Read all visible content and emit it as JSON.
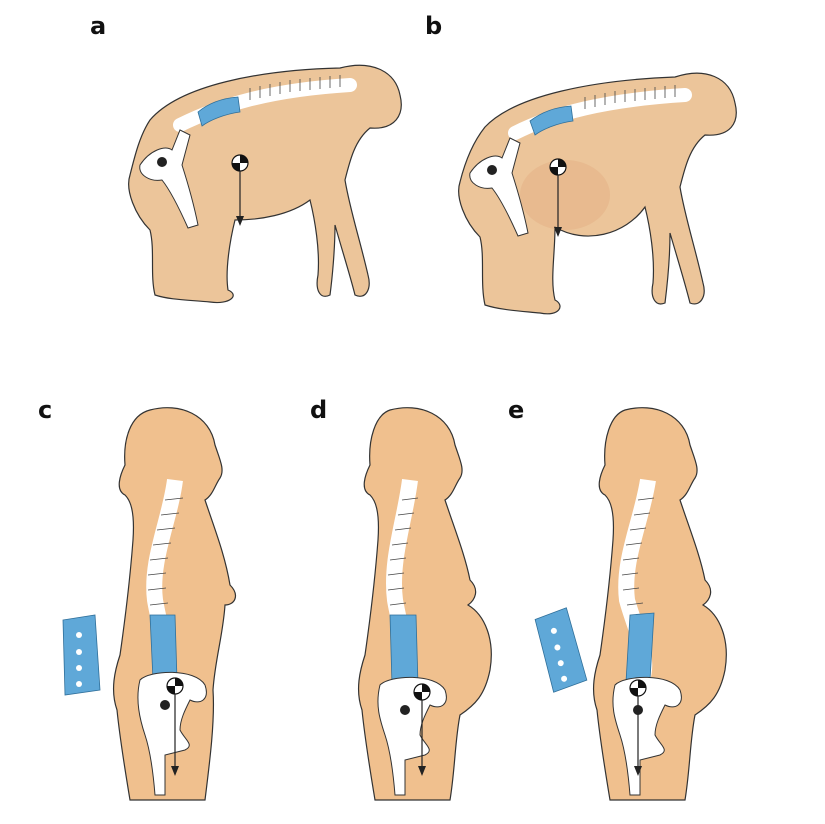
{
  "figure": {
    "panels": [
      {
        "id": "a",
        "label": "a",
        "subject": "chimpanzee, non-pregnant, quadrupedal stance",
        "center_of_mass_marker": true,
        "lumbar_vertebrae_highlighted": true
      },
      {
        "id": "b",
        "label": "b",
        "subject": "chimpanzee, pregnant, quadrupedal stance",
        "center_of_mass_marker": true,
        "lumbar_vertebrae_highlighted": true
      },
      {
        "id": "c",
        "label": "c",
        "subject": "human female, non-pregnant, upright",
        "center_of_mass_marker": true,
        "lumbar_vertebrae_highlighted": true,
        "lumbar_detail_inset": true
      },
      {
        "id": "d",
        "label": "d",
        "subject": "human female, pregnant, upright (without lordosis compensation)",
        "center_of_mass_marker": true,
        "lumbar_vertebrae_highlighted": true,
        "lumbar_detail_inset": false
      },
      {
        "id": "e",
        "label": "e",
        "subject": "human female, pregnant, upright (with increased lumbar lordosis)",
        "center_of_mass_marker": true,
        "lumbar_vertebrae_highlighted": true,
        "lumbar_detail_inset": true
      }
    ],
    "colors": {
      "skin": "#f0c08e",
      "skin_shade": "#e8a878",
      "ape_skin": "#ecc59a",
      "lumbar_blue": "#5fa8d8",
      "bone": "#ffffff",
      "outline": "#333333",
      "label": "#111111"
    }
  }
}
